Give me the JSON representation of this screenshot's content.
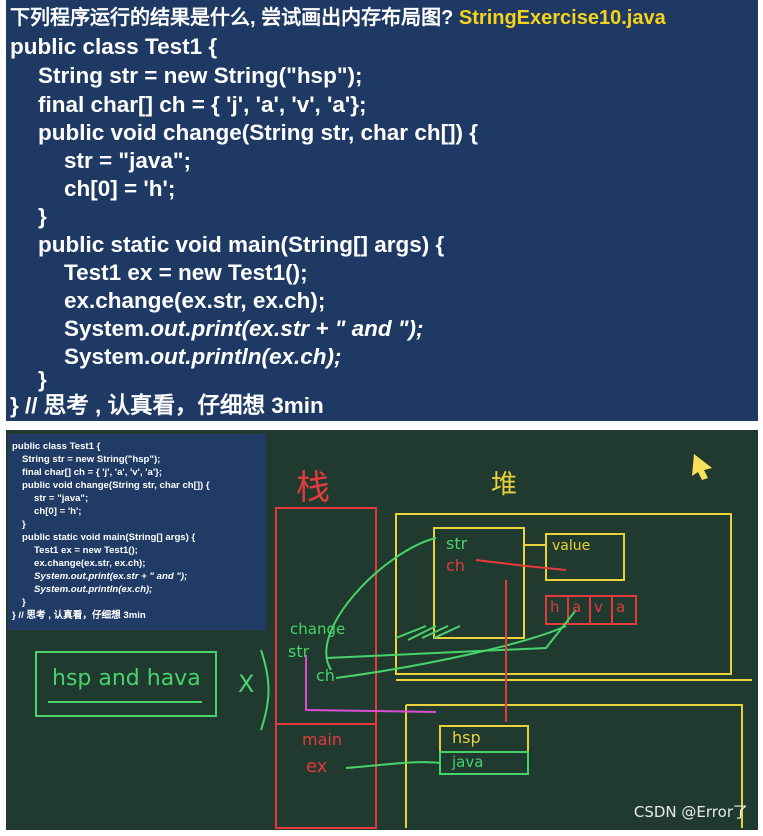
{
  "slide": {
    "title_cn": "下列程序运行的结果是什么, 尝试画出内存布局图?",
    "title_tag": "StringExercise10.java",
    "code": [
      "public class Test1 {",
      "String str = new String(\"hsp\");",
      "final char[] ch = { 'j', 'a', 'v', 'a'};",
      "public void change(String str, char ch[]) {",
      "str = \"java\";",
      "ch[0] = 'h';",
      "}",
      "public static void main(String[] args) {",
      "Test1 ex = new Test1();",
      "ex.change(ex.str, ex.ch);"
    ],
    "print1_prefix": "System.",
    "print1_italic": "out.print(ex.str + \" and \");",
    "print2_prefix": "System.",
    "print2_italic": "out.println(ex.ch);",
    "close_inner": "}",
    "footer": "} // 思考 , 认真看，仔细想 3min"
  },
  "mini_slide": {
    "lines": [
      "public class Test1 {",
      "String str = new String(\"hsp\");",
      "final char[] ch = { 'j', 'a', 'v', 'a'};",
      "public void change(String str, char ch[]) {",
      "str = \"java\";",
      "ch[0] = 'h';",
      "}",
      "public static void main(String[] args) {",
      "Test1 ex = new Test1();",
      "ex.change(ex.str, ex.ch);",
      "System.out.print(ex.str + \" and \");",
      "System.out.println(ex.ch);",
      "}",
      "} // 思考 , 认真看，仔细想 3min"
    ]
  },
  "board": {
    "stack_label": "栈",
    "heap_label": "堆",
    "str_box": "str",
    "ch_box": "ch",
    "value_box": "value",
    "array_chars": [
      "h",
      "a",
      "v",
      "a"
    ],
    "change_label": "change",
    "change_str": "str",
    "change_ch": "ch",
    "main_label": "main",
    "ex_label": "ex",
    "const_hsp": "hsp",
    "const_java": "java",
    "result": "hsp and hava",
    "cross_mark": "X"
  },
  "watermark": "CSDN @Error了"
}
